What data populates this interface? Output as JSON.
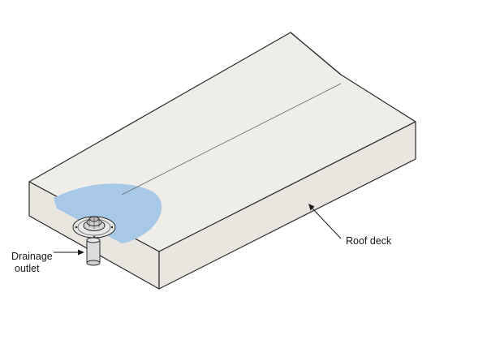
{
  "diagram": {
    "labels": {
      "roof_deck": "Roof deck",
      "drainage_outlet_line1": "Drainage",
      "drainage_outlet_line2": "outlet"
    },
    "colors": {
      "deck_fill": "#efede8",
      "deck_side_fill": "#e9e6e0",
      "outline": "#2b2b2b",
      "water_pool": "#a8c8e8",
      "outlet_metal": "#dcdcdc"
    }
  }
}
